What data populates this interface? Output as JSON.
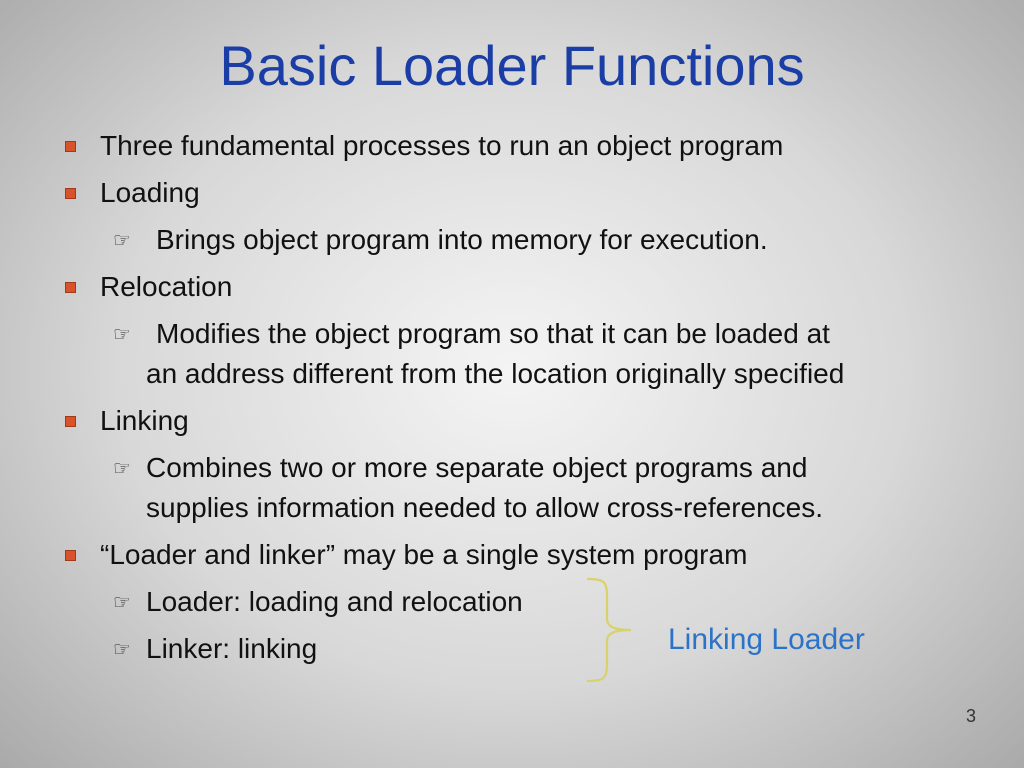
{
  "title": "Basic Loader Functions",
  "bullets": {
    "b1": "Three fundamental processes to run an object program",
    "b2": "Loading",
    "b2_sub1": "Brings object program into memory for execution.",
    "b3": "Relocation",
    "b3_sub1_line1": "Modifies the object program so that it can be loaded at",
    "b3_sub1_line2": "an address different from the location originally specified",
    "b4": "Linking",
    "b4_sub1_line1": "Combines two or more separate object programs and",
    "b4_sub1_line2": "supplies information needed to allow cross-references.",
    "b5": "“Loader and linker” may be a single system program",
    "b5_sub1": "Loader: loading and relocation",
    "b5_sub2": "Linker: linking"
  },
  "sub_bullet_icon": "pointing-hand-icon",
  "brace_label": "Linking Loader",
  "page_number": "3",
  "colors": {
    "title": "#1b3ea6",
    "bullet": "#d9532a",
    "brace": "#d8d26a",
    "brace_label": "#2a73c9"
  }
}
